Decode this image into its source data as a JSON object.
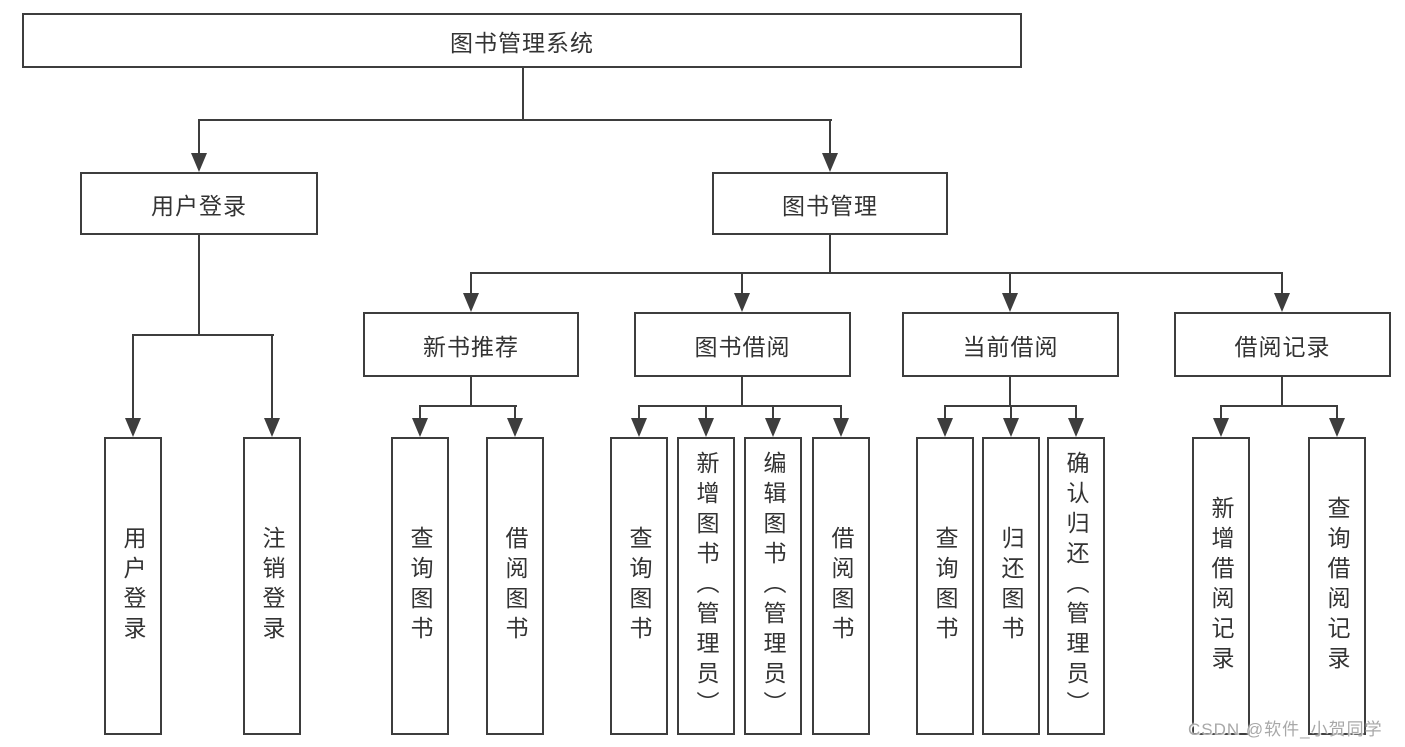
{
  "diagram": {
    "type": "hierarchy-tree",
    "colors": {
      "line": "#3d3d3d",
      "box_border": "#3d3d3d",
      "box_bg": "#ffffff",
      "text": "#333333",
      "watermark_text": "#a8a8a8"
    },
    "tree": {
      "root": {
        "label": "图书管理系统",
        "children": [
          {
            "label": "用户登录",
            "children": [
              {
                "label": "用户登录"
              },
              {
                "label": "注销登录"
              }
            ]
          },
          {
            "label": "图书管理",
            "children": [
              {
                "label": "新书推荐",
                "children": [
                  {
                    "label": "查询图书"
                  },
                  {
                    "label": "借阅图书"
                  }
                ]
              },
              {
                "label": "图书借阅",
                "children": [
                  {
                    "label": "查询图书"
                  },
                  {
                    "label": "新增图书（管理员）"
                  },
                  {
                    "label": "编辑图书（管理员）"
                  },
                  {
                    "label": "借阅图书"
                  }
                ]
              },
              {
                "label": "当前借阅",
                "children": [
                  {
                    "label": "查询图书"
                  },
                  {
                    "label": "归还图书"
                  },
                  {
                    "label": "确认归还（管理员）"
                  }
                ]
              },
              {
                "label": "借阅记录",
                "children": [
                  {
                    "label": "新增借阅记录"
                  },
                  {
                    "label": "查询借阅记录"
                  }
                ]
              }
            ]
          }
        ]
      }
    },
    "watermark": {
      "text": "CSDN @软件_小贺同学"
    }
  }
}
